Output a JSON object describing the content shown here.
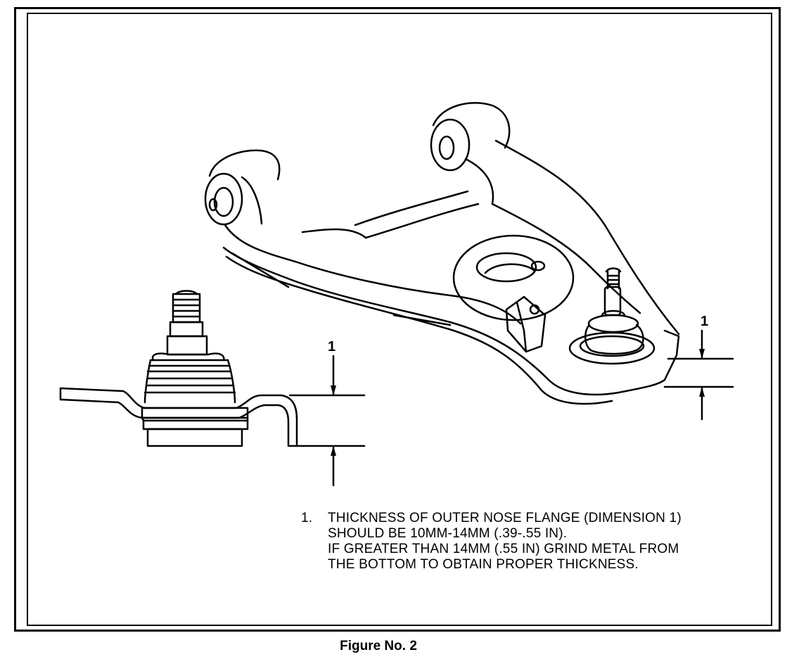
{
  "dimension_labels": {
    "arm_side": "1",
    "balljoint_side": "1"
  },
  "note": {
    "number": "1.",
    "lines": [
      "THICKNESS OF OUTER NOSE FLANGE (DIMENSION 1)",
      "SHOULD BE 10MM-14MM (.39-.55 IN).",
      "IF GREATER THAN 14MM (.55 IN) GRIND METAL FROM",
      "THE BOTTOM TO OBTAIN PROPER THICKNESS."
    ]
  },
  "caption": "Figure No. 2"
}
